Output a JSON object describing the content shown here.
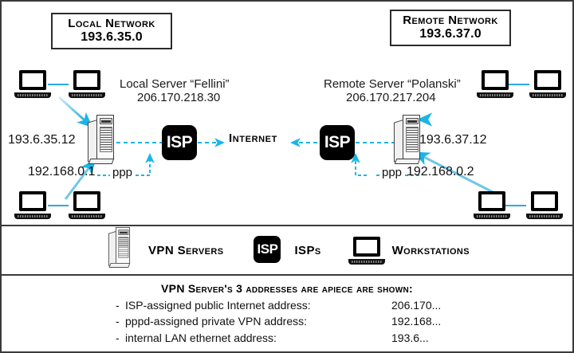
{
  "diagram": {
    "title": "VPN network topology diagram",
    "accent_color": "#19b5e8",
    "isp_tile_color": "#000000",
    "border_color": "#3a3a3a"
  },
  "networks": {
    "local": {
      "title": "Local Network",
      "address": "193.6.35.0"
    },
    "remote": {
      "title": "Remote Network",
      "address": "193.6.37.0"
    }
  },
  "servers": {
    "local": {
      "caption": "Local Server “Fellini”",
      "public_address": "206.170.218.30",
      "lan_address": "193.6.35.12",
      "vpn_address": "192.168.0.1",
      "link_label": "ppp"
    },
    "remote": {
      "caption": "Remote Server “Polanski”",
      "public_address": "206.170.217.204",
      "lan_address": "193.6.37.12",
      "vpn_address": "192.168.0.2",
      "link_label": "ppp"
    }
  },
  "cloud": {
    "isp_left_label": "ISP",
    "isp_right_label": "ISP",
    "internet_label": "Internet"
  },
  "legend": {
    "items": [
      {
        "icon": "server-tower-icon",
        "label": "VPN Servers"
      },
      {
        "icon": "isp-tile-icon",
        "label": "ISPs",
        "icon_text": "ISP"
      },
      {
        "icon": "workstation-icon",
        "label": "Workstations"
      }
    ]
  },
  "footnote": {
    "title": "VPN Server's 3 addresses are apiece are shown:",
    "lines": [
      {
        "dash": "-",
        "text": "ISP-assigned public Internet address:",
        "value": "206.170..."
      },
      {
        "dash": "-",
        "text": "pppd-assigned private VPN address:",
        "value": "192.168..."
      },
      {
        "dash": "-",
        "text": "internal LAN ethernet address:",
        "value": "193.6..."
      }
    ]
  }
}
